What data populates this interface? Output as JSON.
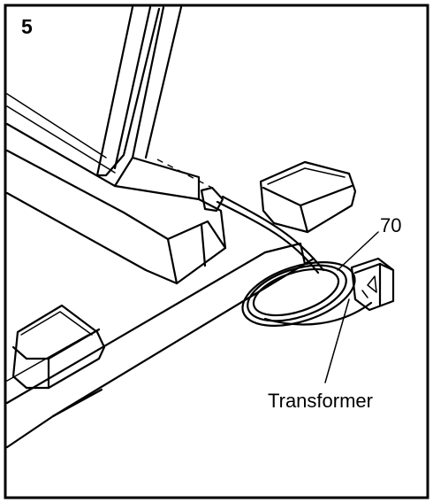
{
  "figure": {
    "step_number": "5",
    "callouts": {
      "part_number": "70",
      "transformer_label": "Transformer"
    }
  }
}
